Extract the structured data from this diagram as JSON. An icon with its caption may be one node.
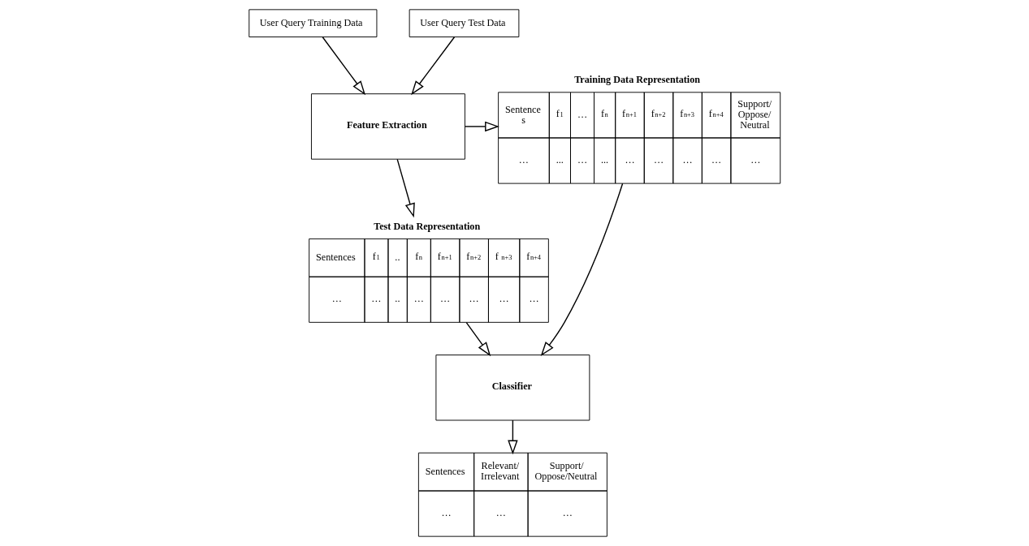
{
  "diagram": {
    "nodes": [
      {
        "text": [
          "User Query Training Data"
        ]
      },
      {
        "text": [
          "User Query Test Data"
        ]
      },
      {
        "text": [
          "Feature Extraction"
        ]
      },
      {
        "text": [
          "Training Data Representation",
          "Sentence s",
          "f$_{1}$",
          "…",
          "f$_{n}$",
          "f$_{n+1}$",
          "f$_{n+2}$",
          "f$_{n+3}$",
          "f$_{n+4}$",
          "Support/ Oppose/ Neutral",
          "…",
          "...",
          "…",
          "...",
          "…",
          "…",
          "…",
          "…",
          "…"
        ]
      },
      {
        "text": [
          "Test Data Representation",
          "Sentences",
          "f$_{1}$",
          "..",
          "f$_{n}$",
          "f$_{n+1}$",
          "f$_{n+2}$",
          "f $_{n+3}$",
          "f$_{n+4}$",
          "…",
          "…",
          "..",
          "…",
          "…",
          "…",
          "…",
          "…"
        ]
      },
      {
        "text": [
          "Classifier"
        ]
      },
      {
        "text": [
          "Sentences",
          "Relevant/ Irrelevant",
          "Support/ Oppose/Neutral",
          "…",
          "…",
          "…"
        ]
      }
    ],
    "edges": [
      {
        "from": 0,
        "to": 2,
        "arrow": "to"
      },
      {
        "from": 1,
        "to": 2,
        "arrow": "to"
      },
      {
        "from": 2,
        "to": 3,
        "arrow": "to"
      },
      {
        "from": 2,
        "to": 4,
        "arrow": "to"
      },
      {
        "from": 3,
        "to": 5,
        "arrow": "to"
      },
      {
        "from": 4,
        "to": 5,
        "arrow": "to"
      },
      {
        "from": 5,
        "to": 6,
        "arrow": "to"
      }
    ]
  }
}
